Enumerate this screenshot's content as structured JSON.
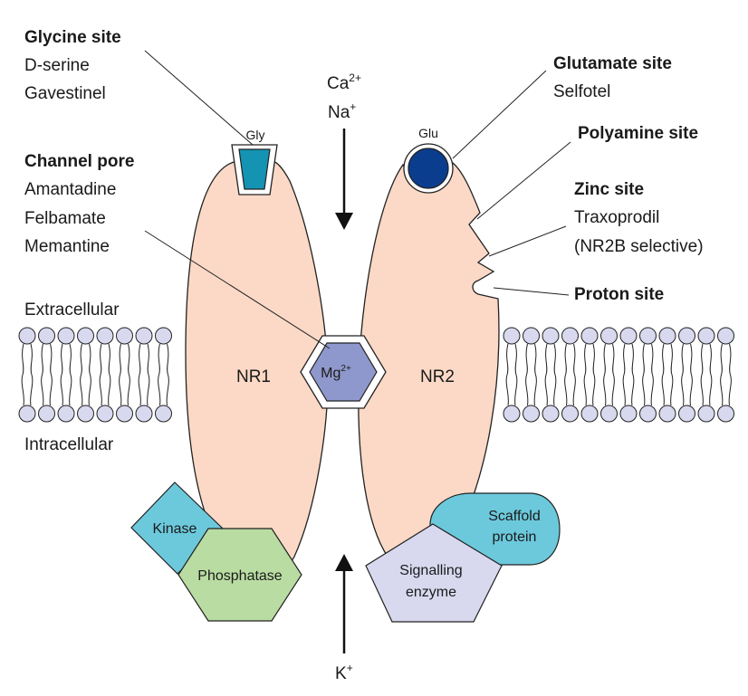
{
  "labels": {
    "glycine_site": {
      "title": "Glycine site",
      "items": [
        "D-serine",
        "Gavestinel"
      ]
    },
    "channel_pore": {
      "title": "Channel pore",
      "items": [
        "Amantadine",
        "Felbamate",
        "Memantine"
      ]
    },
    "glutamate_site": {
      "title": "Glutamate site",
      "items": [
        "Selfotel"
      ]
    },
    "polyamine_site": {
      "title": "Polyamine site"
    },
    "zinc_site": {
      "title": "Zinc site",
      "items": [
        "Traxoprodil",
        "(NR2B selective)"
      ]
    },
    "proton_site": {
      "title": "Proton site"
    },
    "extracellular": "Extracellular",
    "intracellular": "Intracellular"
  },
  "ions": {
    "ca": "Ca",
    "ca_charge": "2+",
    "na": "Na",
    "na_charge": "+",
    "k": "K",
    "k_charge": "+",
    "mg": "Mg",
    "mg_charge": "2+"
  },
  "subunits": {
    "nr1": "NR1",
    "nr2": "NR2"
  },
  "binding": {
    "gly": "Gly",
    "glu": "Glu"
  },
  "proteins": {
    "kinase": "Kinase",
    "phosphatase": "Phosphatase",
    "scaffold_line1": "Scaffold",
    "scaffold_line2": "protein",
    "signalling_line1": "Signalling",
    "signalling_line2": "enzyme"
  },
  "colors": {
    "subunit_fill": "#fbd9c6",
    "gly_fill": "#1493b3",
    "glu_fill": "#0b3d8f",
    "mg_fill": "#8f98cc",
    "kinase_fill": "#6cc9dc",
    "phosphatase_fill": "#b9dca2",
    "scaffold_fill": "#6cc9dc",
    "signalling_fill": "#d8d9ef",
    "lipid_head": "#d8d9ef"
  }
}
